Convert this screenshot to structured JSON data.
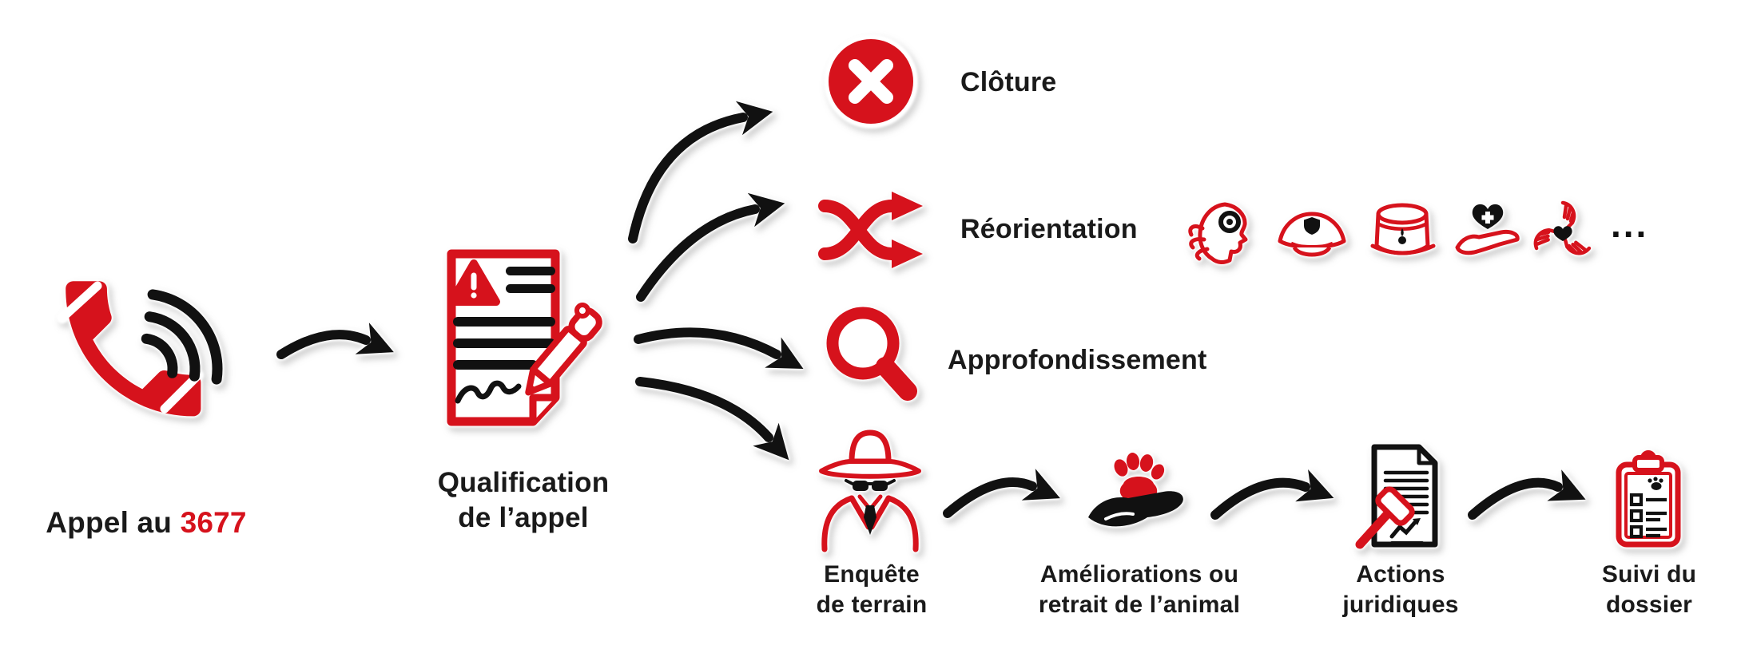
{
  "colors": {
    "red": "#d6121c",
    "ink": "#111111",
    "text": "#1a1a1a",
    "background": "#ffffff"
  },
  "nodes": {
    "appel": {
      "prefix": "Appel au ",
      "number": "3677",
      "icon": "phone-icon"
    },
    "qualification": {
      "label": "Qualification\nde l’appel",
      "icon": "call-report-icon"
    },
    "cloture": {
      "label": "Clôture",
      "icon": "close-circle-icon"
    },
    "reorientation": {
      "label": "Réorientation",
      "icon": "shuffle-arrows-icon",
      "partner_icons": [
        "listener-profile-icon",
        "police-cap-icon",
        "gendarme-kepi-icon",
        "care-hand-heart-icon",
        "solidarity-hands-heart-icon"
      ],
      "more": "..."
    },
    "approfondissement": {
      "label": "Approfondissement",
      "icon": "magnifier-icon"
    },
    "enquete": {
      "label": "Enquête\nde terrain",
      "icon": "detective-icon"
    },
    "ameliorations": {
      "label": "Améliorations ou\nretrait de l’animal",
      "icon": "paw-in-hand-icon"
    },
    "actions_juridiques": {
      "label": "Actions\njuridiques",
      "icon": "gavel-document-icon"
    },
    "suivi": {
      "label": "Suivi du\ndossier",
      "icon": "clipboard-paw-icon"
    }
  }
}
